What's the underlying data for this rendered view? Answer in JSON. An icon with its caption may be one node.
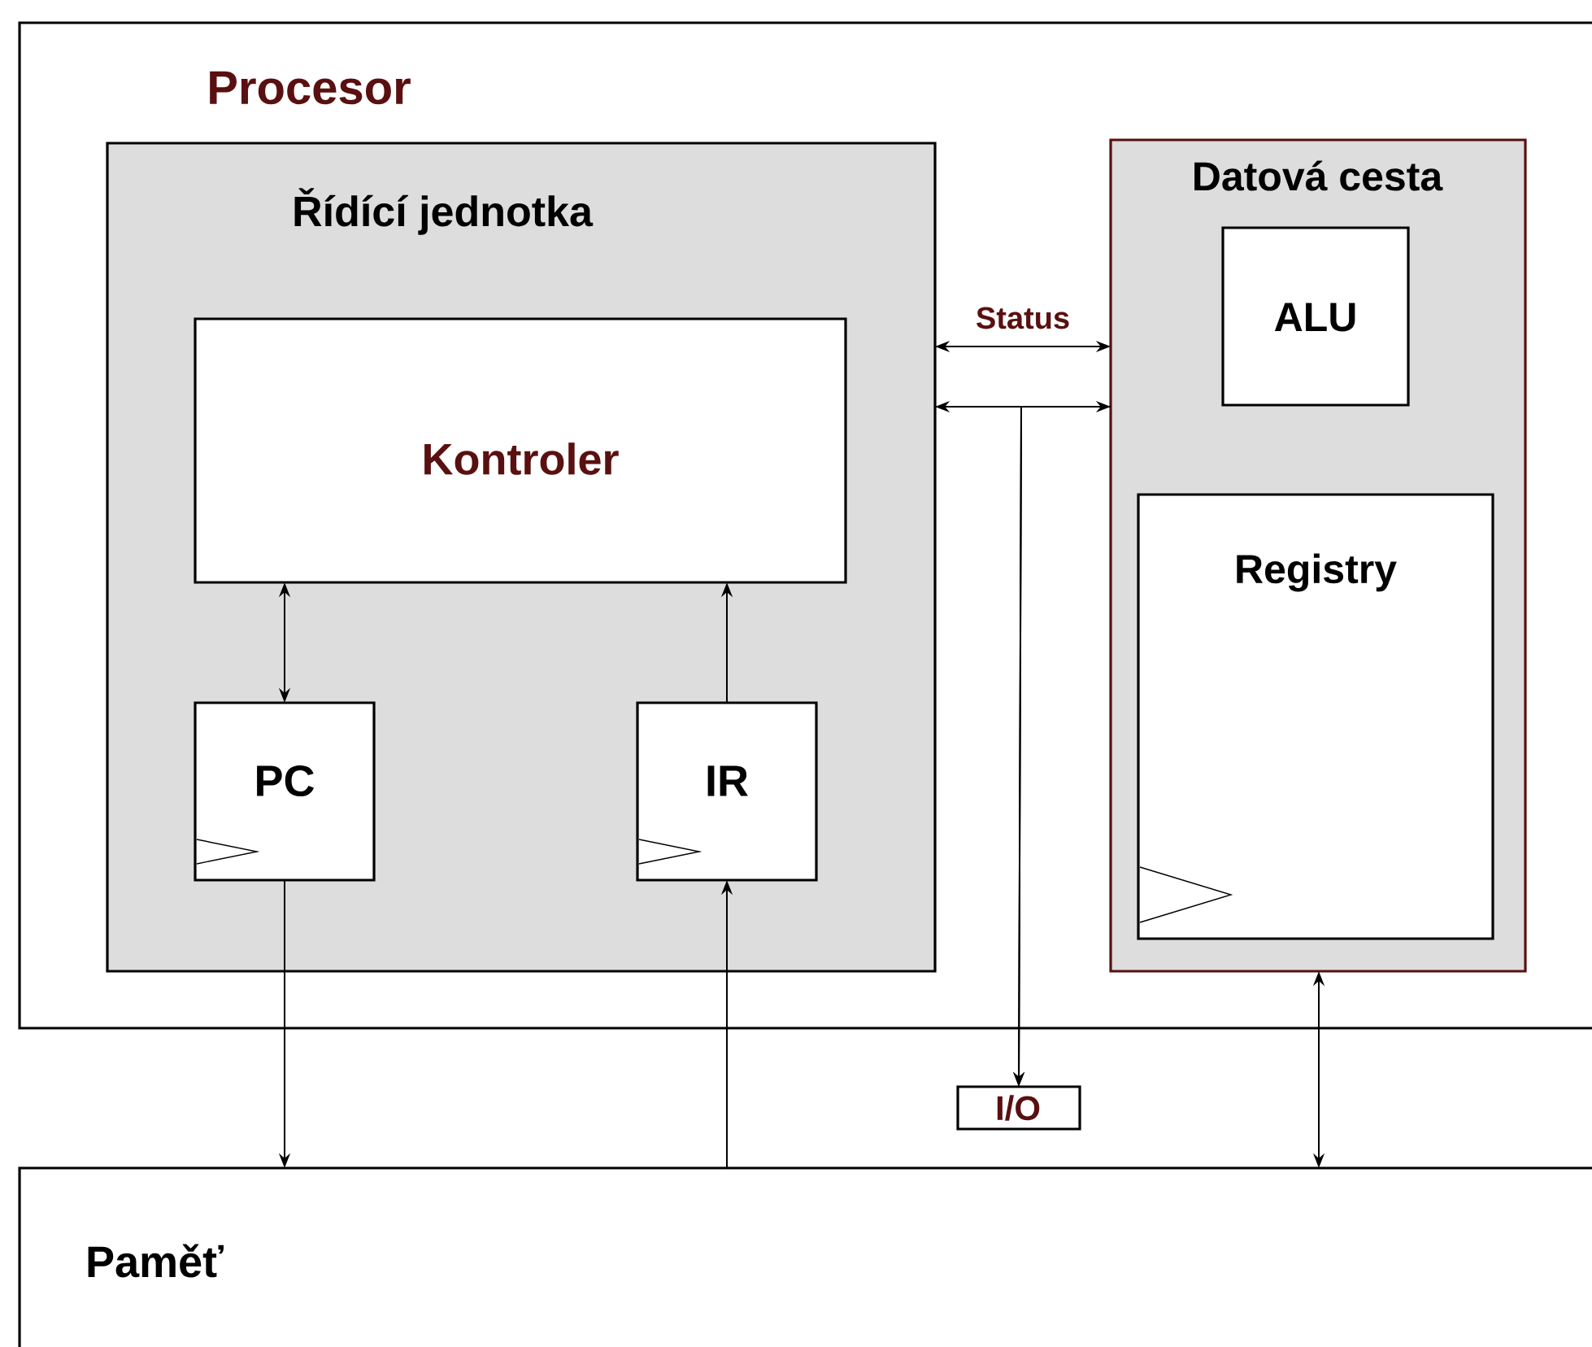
{
  "diagram": {
    "nodes": [
      {
        "text": [
          "Procesor"
        ]
      },
      {
        "text": [
          "Řídící jednotka"
        ],
        "in": 0
      },
      {
        "text": [
          "Kontroler"
        ],
        "in": 1
      },
      {
        "text": [
          "PC"
        ],
        "in": 1
      },
      {
        "text": [
          "IR"
        ],
        "in": 1
      },
      {
        "text": [
          "Datová cesta"
        ],
        "in": 0
      },
      {
        "text": [
          "ALU"
        ],
        "in": 5
      },
      {
        "text": [
          "Registry"
        ],
        "in": 5
      },
      {
        "text": [
          "I/O"
        ]
      },
      {
        "text": [
          "Paměť"
        ]
      }
    ],
    "edges": [
      {
        "from": 2,
        "to": 3,
        "arrow": "both"
      },
      {
        "from": 4,
        "to": 2,
        "arrow": "to"
      },
      {
        "from": 3,
        "to": 9,
        "arrow": "to"
      },
      {
        "from": 9,
        "to": 4,
        "arrow": "to"
      },
      {
        "from": 1,
        "to": 5,
        "arrow": "both",
        "label": "Status"
      },
      {
        "from": 1,
        "to": 5,
        "arrow": "both"
      },
      {
        "from": 1,
        "to": 8,
        "arrow": "to"
      },
      {
        "from": 5,
        "to": 8,
        "arrow": "to"
      },
      {
        "from": 5,
        "to": 9,
        "arrow": "both"
      }
    ]
  }
}
